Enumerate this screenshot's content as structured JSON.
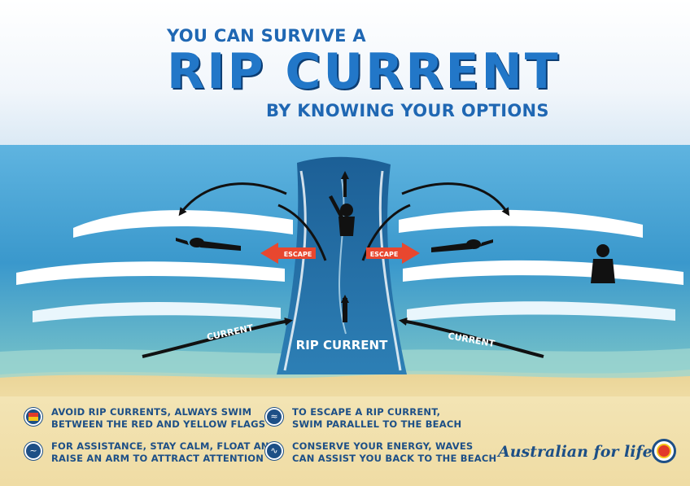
{
  "header": {
    "line1": "YOU CAN SURVIVE A",
    "title": "RIP CURRENT",
    "line2": "BY KNOWING YOUR OPTIONS"
  },
  "diagram": {
    "escape_left": "ESCAPE",
    "escape_right": "ESCAPE",
    "current_left": "CURRENT",
    "current_right": "CURRENT",
    "rip_current": "RIP CURRENT"
  },
  "tips": [
    {
      "line1": "AVOID RIP CURRENTS, ALWAYS SWIM",
      "line2": "BETWEEN THE RED AND YELLOW FLAGS",
      "icon": "flag-icon"
    },
    {
      "line1": "TO ESCAPE A RIP CURRENT,",
      "line2": "SWIM PARALLEL TO THE BEACH",
      "icon": "swimmer-icon"
    },
    {
      "line1": "FOR ASSISTANCE, STAY CALM, FLOAT AND",
      "line2": "RAISE AN ARM TO ATTRACT ATTENTION",
      "icon": "float-icon"
    },
    {
      "line1": "CONSERVE YOUR ENERGY, WAVES",
      "line2": "CAN ASSIST YOU BACK TO THE BEACH",
      "icon": "wave-icon"
    }
  ],
  "footer": {
    "brand": "Australian for life."
  },
  "colors": {
    "brand_blue": "#1d4f86",
    "title_blue": "#2277c8",
    "escape_red": "#e8472f",
    "sand": "#efdca4",
    "sea": "#3f9fcf"
  }
}
